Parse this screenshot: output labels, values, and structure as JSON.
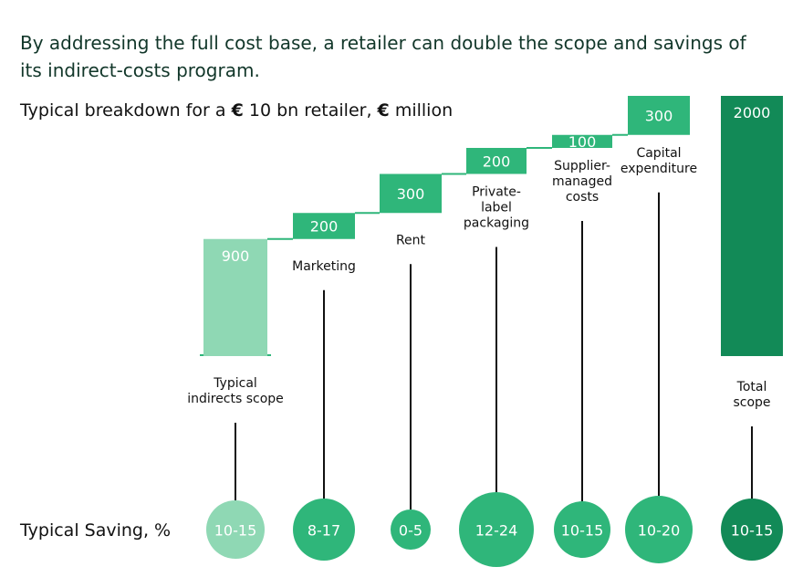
{
  "headline": "By addressing the full cost base, a retailer can double the scope and savings of its indirect-costs program.",
  "subtitle_pre": "Typical breakdown for a ",
  "subtitle_currency": "€",
  "subtitle_mid": " 10 bn retailer, ",
  "subtitle_currency2": "€",
  "subtitle_post": " million",
  "saving_label": "Typical Saving, %",
  "colors": {
    "light": "#8fd8b4",
    "mid": "#2fb67a",
    "dark": "#128a57",
    "connector": "#2fb67a",
    "line": "#111111"
  },
  "chart_data": {
    "type": "bar",
    "subtype": "waterfall",
    "unit": "€ million",
    "categories": [
      [
        "Typical",
        "indirects scope"
      ],
      [
        "Marketing"
      ],
      [
        "Rent"
      ],
      [
        "Private-",
        "label",
        "packaging"
      ],
      [
        "Supplier-",
        "managed",
        "costs"
      ],
      [
        "Capital",
        "expenditure"
      ],
      [
        "Total",
        "scope"
      ]
    ],
    "values": [
      900,
      200,
      300,
      200,
      100,
      300,
      2000
    ],
    "value_labels": [
      "900",
      "200",
      "300",
      "200",
      "100",
      "300",
      "2000"
    ],
    "bar_kind": [
      "start",
      "increment",
      "increment",
      "increment",
      "increment",
      "increment",
      "total"
    ],
    "savings_pct": [
      "10-15",
      "8-17",
      "0-5",
      "12-24",
      "10-15",
      "10-20",
      "10-15"
    ],
    "savings_low": [
      10,
      8,
      0,
      12,
      10,
      10,
      10
    ],
    "savings_high": [
      15,
      17,
      5,
      24,
      15,
      20,
      15
    ],
    "savings_color": [
      "light",
      "mid",
      "mid",
      "mid",
      "mid",
      "mid",
      "dark"
    ]
  }
}
